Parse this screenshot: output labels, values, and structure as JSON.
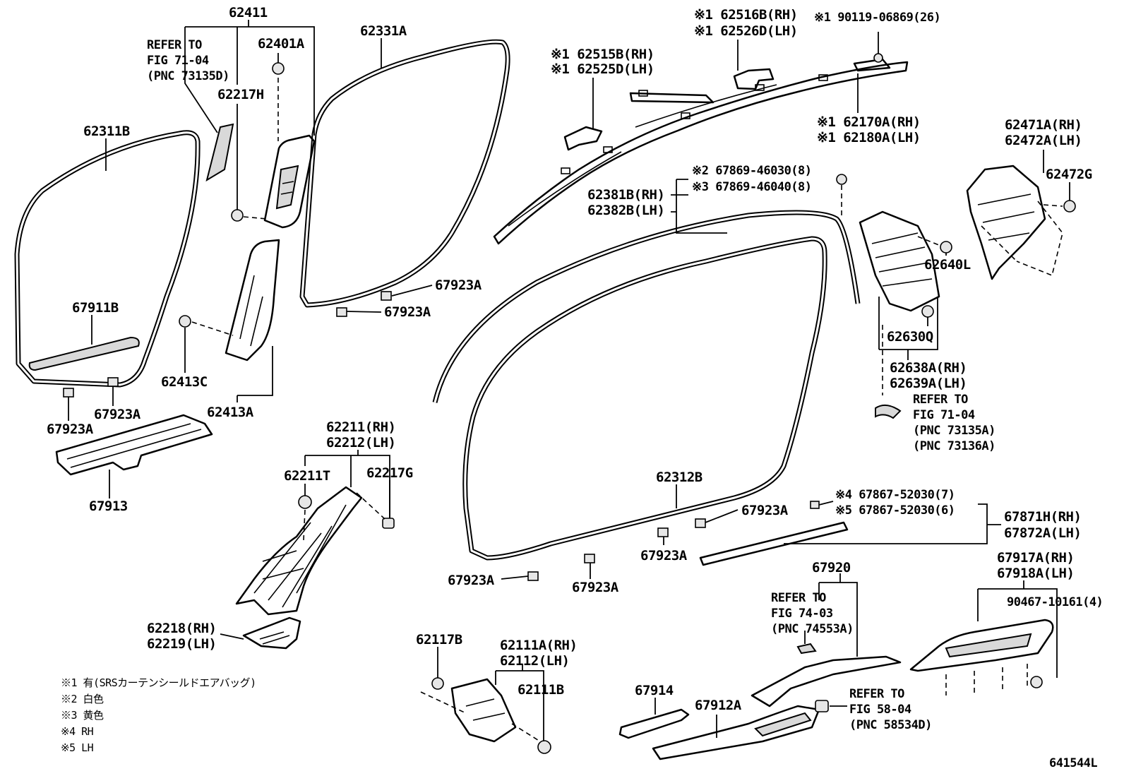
{
  "labels": {
    "l62411": "62411",
    "ref1a": "REFER TO",
    "ref1b": "FIG 71-04",
    "ref1c": "(PNC 73135D)",
    "l62401A": "62401A",
    "l62217H": "62217H",
    "l62311B": "62311B",
    "l62331A": "62331A",
    "l67911B": "67911B",
    "l62413C": "62413C",
    "l62413A": "62413A",
    "l67923A_1": "67923A",
    "l67923A_2": "67923A",
    "l67923A_3": "67923A",
    "l67923A_4": "67923A",
    "l67923A_5": "67923A",
    "l67923A_6": "67923A",
    "l67923A_7": "67923A",
    "l67923A_8": "67923A",
    "l67913": "67913",
    "l62515B": "※1 62515B(RH)",
    "l62525D": "※1 62525D(LH)",
    "l62516B": "※1 62516B(RH)",
    "l62526D": "※1 62526D(LH)",
    "l90119": "※1  90119-06869(26)",
    "l62170A": "※1 62170A(RH)",
    "l62180A": "※1 62180A(LH)",
    "l67869a": "※2 67869-46030(8)",
    "l67869b": "※3 67869-46040(8)",
    "l62381B": "62381B(RH)",
    "l62382B": "62382B(LH)",
    "l62471A": "62471A(RH)",
    "l62472A": "62472A(LH)",
    "l62472G": "62472G",
    "l62640L": "62640L",
    "l62630Q": "62630Q",
    "l62638A": "62638A(RH)",
    "l62639A": "62639A(LH)",
    "ref2a": "REFER TO",
    "ref2b": "FIG 71-04",
    "ref2c": "(PNC 73135A)",
    "ref2d": "(PNC 73136A)",
    "l62211": "62211(RH)",
    "l62212": "62212(LH)",
    "l62211T": "62211T",
    "l62217G": "62217G",
    "l62218": "62218(RH)",
    "l62219": "62219(LH)",
    "l62312B": "62312B",
    "l67867a": "※4 67867-52030(7)",
    "l67867b": "※5 67867-52030(6)",
    "l67871H": "67871H(RH)",
    "l67872A": "67872A(LH)",
    "l67920": "67920",
    "ref3a": "REFER TO",
    "ref3b": "FIG 74-03",
    "ref3c": "(PNC 74553A)",
    "l67917A": "67917A(RH)",
    "l67918A": "67918A(LH)",
    "l90467": "90467-10161(4)",
    "l62117B": "62117B",
    "l62111A": "62111A(RH)",
    "l62112": "62112(LH)",
    "l62111B": "62111B",
    "l67914": "67914",
    "l67912A": "67912A",
    "ref4a": "REFER TO",
    "ref4b": "FIG 58-04",
    "ref4c": "(PNC 58534D)",
    "code": "641544L"
  },
  "legend": [
    "※1  有(SRSカーテンシールドエアバッグ)",
    "※2  白色",
    "※3  黄色",
    "※4  RH",
    "※5  LH"
  ]
}
